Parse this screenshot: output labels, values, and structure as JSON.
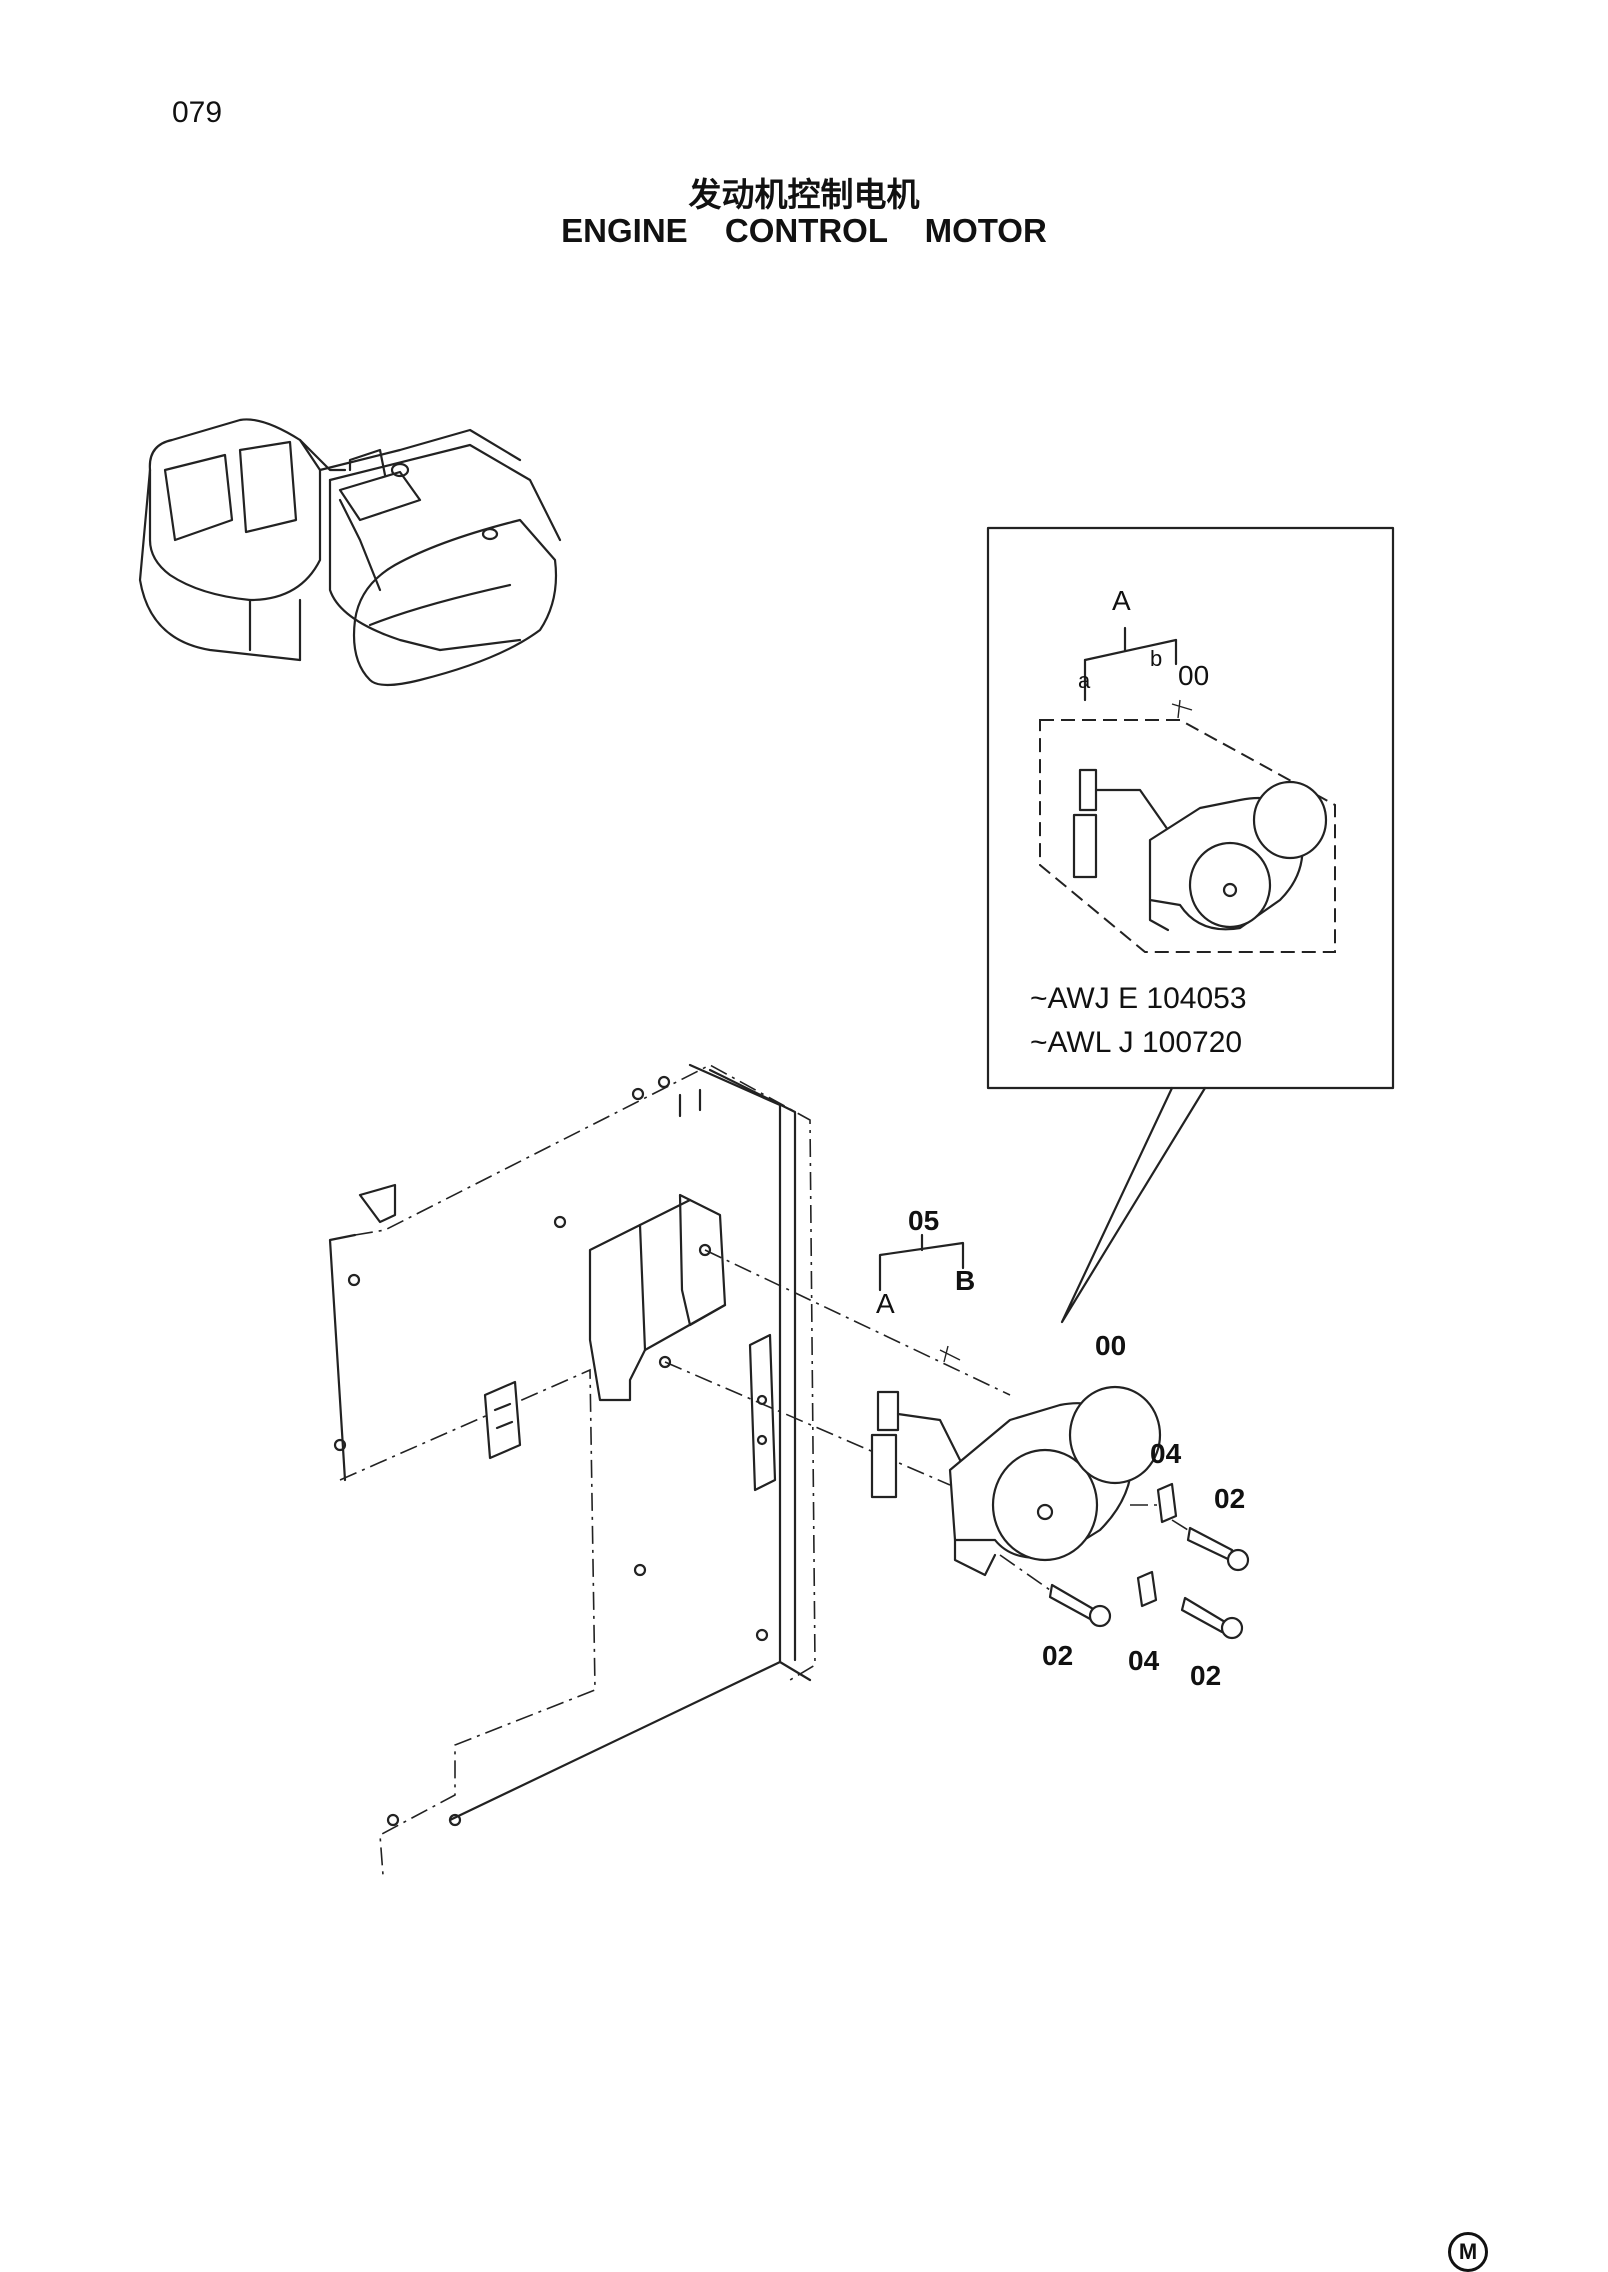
{
  "page": {
    "number": "079",
    "title_cn": "发动机控制电机",
    "title_en": "ENGINE   CONTROL   MOTOR",
    "logo": "M"
  },
  "detail": {
    "group_label": "A",
    "sub_label_a": "a",
    "sub_label_b": "b",
    "part_label": "00",
    "serial_1": "~AWJ E 104053",
    "serial_2": "~AWL J 100720"
  },
  "callouts": {
    "group": "05",
    "group_a": "A",
    "group_b": "B",
    "motor": "00",
    "spacer_top": "04",
    "screw_top": "02",
    "screw_left": "02",
    "spacer_bottom": "04",
    "screw_bottom": "02"
  }
}
